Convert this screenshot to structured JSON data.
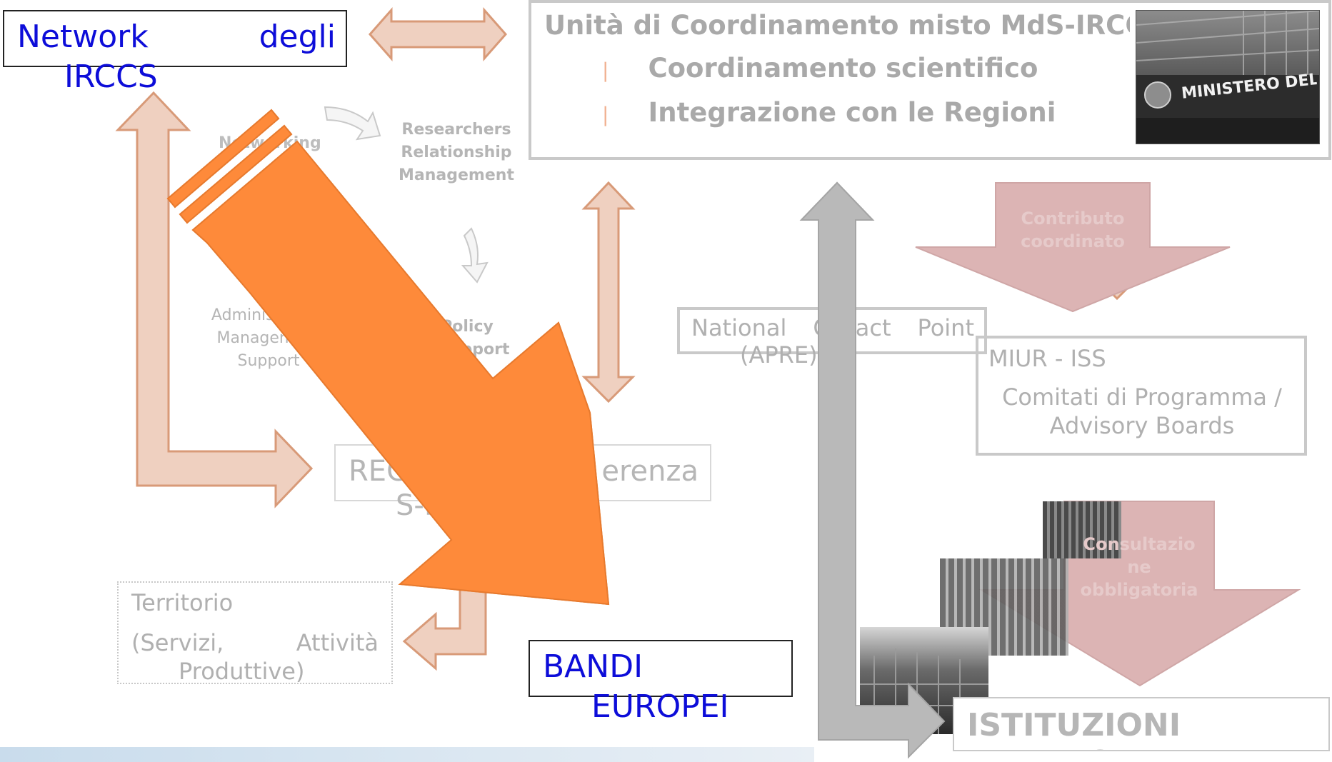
{
  "network_box": {
    "label_line1_left": "Network",
    "label_line1_right": "degli",
    "label_line2": "IRCCS"
  },
  "coordination_box": {
    "title": "Unità di Coordinamento misto MdS-IRCCS",
    "bullets": [
      "Coordinamento scientifico",
      "Integrazione con le Regioni"
    ],
    "photo_sign": "MINISTERO DELLA SALUTE"
  },
  "cycle": {
    "items": [
      "Networking",
      "Researchers Relationship Management",
      "Policy Support",
      "Administrative Management Support"
    ]
  },
  "regioni_box": {
    "line1_left": "REG",
    "line1_right": "erenza",
    "line2": "S-R"
  },
  "territorio_box": {
    "line1": "Territorio",
    "line2_left": "(Servizi,",
    "line2_right": "Attività",
    "line3": "Produttive)"
  },
  "bandi_box": {
    "line1": "BANDI",
    "line2": "EUROPEI"
  },
  "ncp_box": {
    "line1_left": "National",
    "line1_mid": "C",
    "line1_mid2": "act",
    "line1_right": "Point",
    "line2": "(APRE)"
  },
  "miur_box": {
    "line1": "MIUR - ISS",
    "line2": "Comitati di Programma /",
    "line3": "Advisory Boards"
  },
  "contributo_arrow": {
    "label_line1": "Contributo",
    "label_line2": "coordinato"
  },
  "consultazione_arrow": {
    "label_line1": "Consultazio",
    "label_line2": "ne",
    "label_line3": "obbligatoria"
  },
  "istituzioni_box": {
    "line1": "ISTITUZIONI",
    "line2": "EUROPEE"
  },
  "colors": {
    "peach_fill": "#efd0c0",
    "peach_stroke": "#d89a78",
    "orange_arrow": "#fe8a3a",
    "grey_arrow": "#b9b9b9",
    "pink_arrow": "#dcb4b4",
    "blue_text": "#0d0dd9"
  }
}
